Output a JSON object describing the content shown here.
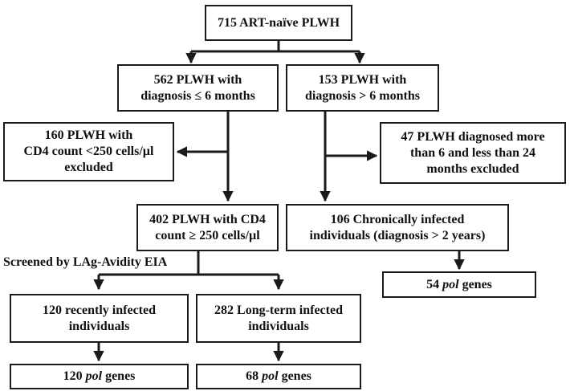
{
  "nodes": {
    "total": {
      "lines": [
        "715 ART-naïve PLWH"
      ]
    },
    "diag_le6": {
      "lines": [
        "562 PLWH with",
        "diagnosis ≤ 6 months"
      ]
    },
    "diag_gt6": {
      "lines": [
        "153 PLWH with",
        "diagnosis > 6 months"
      ]
    },
    "cd4_excluded": {
      "lines": [
        "160 PLWH with",
        "CD4 count <250 cells/µl",
        "excluded"
      ]
    },
    "diag_6to24_excluded": {
      "lines": [
        "47 PLWH diagnosed more",
        "than 6  and less than  24",
        "months excluded"
      ]
    },
    "cd4_ge250": {
      "lines": [
        "402 PLWH with CD4",
        "count ≥ 250 cells/µl"
      ]
    },
    "chronic": {
      "lines": [
        "106 Chronically infected",
        "individuals (diagnosis > 2 years)"
      ]
    },
    "recent": {
      "lines": [
        "120 recently infected",
        "individuals"
      ]
    },
    "longterm": {
      "lines": [
        "282 Long-term infected",
        "individuals"
      ]
    },
    "pol_chronic": {
      "count": "54",
      "gene": "pol",
      "suffix": "genes"
    },
    "pol_recent": {
      "count": "120",
      "gene": "pol",
      "suffix": "genes"
    },
    "pol_longterm": {
      "count": "68",
      "gene": "pol",
      "suffix": "genes"
    }
  },
  "screen_label": "Screened by LAg-Avidity EIA",
  "colors": {
    "line": "#1a1a1a",
    "text": "#111111",
    "background": "#ffffff"
  }
}
